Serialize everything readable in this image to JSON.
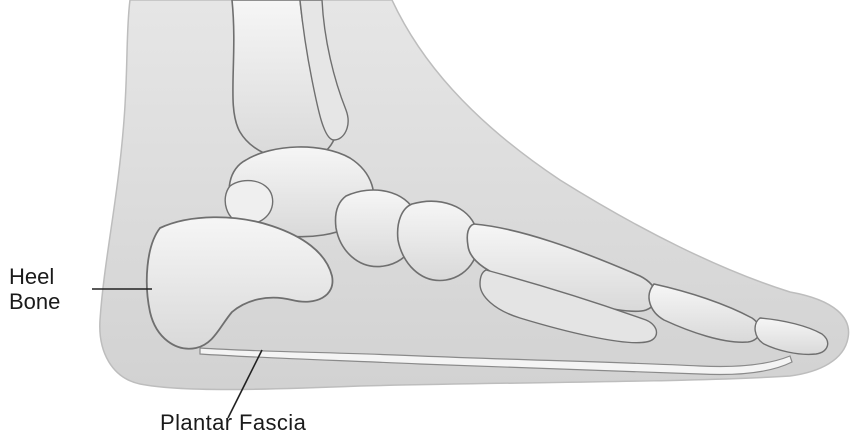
{
  "labels": {
    "heel_bone": {
      "line1": "Heel",
      "line2": "Bone"
    },
    "plantar_fascia": "Plantar Fascia"
  },
  "colors": {
    "skin": "#dcdcdc",
    "skin_edge": "#bdbdbd",
    "bone": "#ededed",
    "bone_outline": "#6f6f6f",
    "fascia": "#f4f4f4",
    "leader_line": "#222222"
  }
}
